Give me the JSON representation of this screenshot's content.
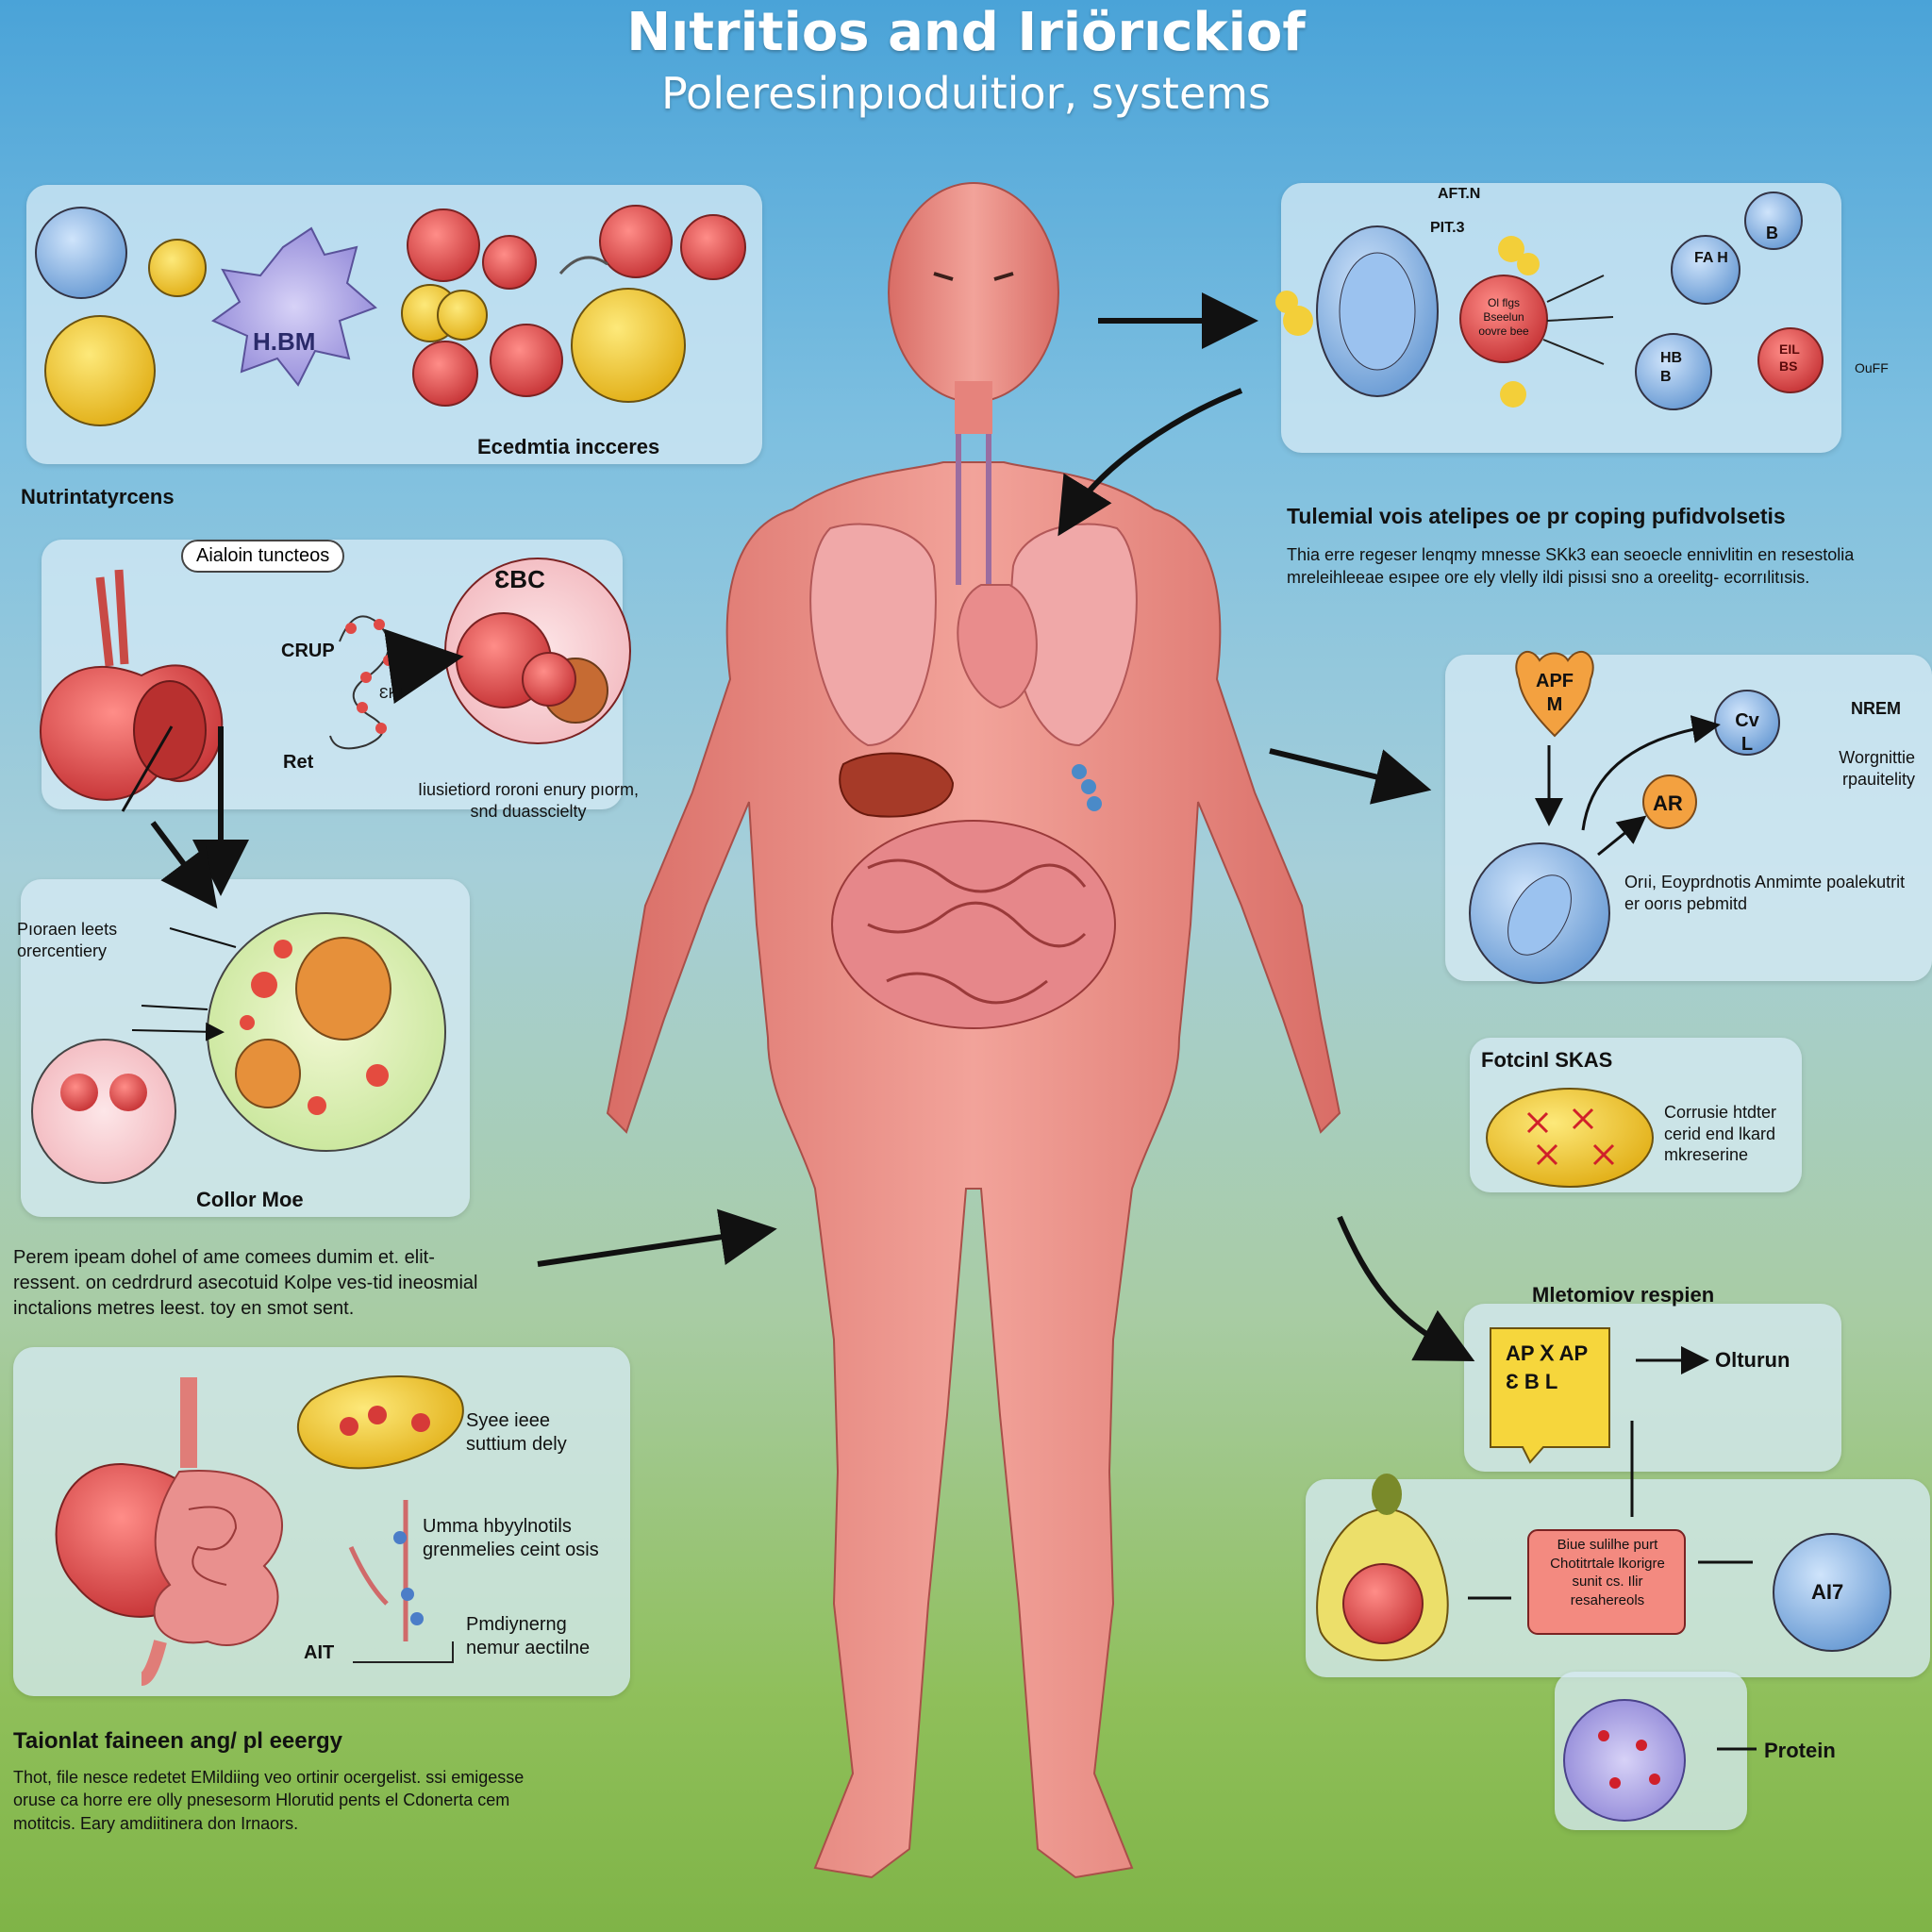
{
  "title": {
    "line1": "Nıtritios and Iriörıckiof",
    "line2": "Poleresinpıoduitior, systems"
  },
  "panel_top_left": {
    "cell_label": "H.BM",
    "caption": "Ecedmtia incceres"
  },
  "section_nutrient": "Nutrintatyrcens",
  "panel_apple": {
    "pill": "Aialoin tuncteos",
    "circle_label": "ƐBC",
    "chain_label": "CRUP",
    "chain_sub": "ƐKI",
    "ret_label": "Ret",
    "caption": "Iiusietiord roroni enury pıorm, snd duasscielty"
  },
  "panel_cell": {
    "left_label": "Pıoraen leets orercentiery",
    "caption": "Collor Moe"
  },
  "para_left_mid": "Perem ipeam dohel of ame comees dumim et. elit- ressent. on cedrdrurd asecotuid Kolpe ves-tid ineosmial inctalions metres leest. toy en smot sent.",
  "panel_digest": {
    "label1": "Syee ieee suttium dely",
    "label2": "Umma hbyylnotils grenmelies ceint osis",
    "label3": "Pmdiynerng nemur aectilne",
    "atp_label": "AIT"
  },
  "bottom_left_heading": "Taionlat faineen ang/ pl eeergy",
  "bottom_left_para": "Thot, file nesce redetet EMildiing veo ortinir ocergelist. ssi emigesse oruse ca horre ere olly pnesesorm Hlorutid pents el Cdonerta cem motitcis. Eary amdiitinera don Irnaors.",
  "panel_top_right": {
    "labels": [
      "AFT.N",
      "PIT.3",
      "B",
      "FA H",
      "Ol flgs Bseelun oovre bee",
      "HB B",
      "EIL BS",
      "OuFF"
    ]
  },
  "heading_right1": "Tulemial vois atelipes oe pr coping pufidvolsetis",
  "para_right1": "Thia erre regeser lenqmy mnesse SKk3 ean seoecle ennivlitin en resestolia mreleihleeae esıpee ore ely vlelly ildi pisısi sno a oreelitg- ecorrılitısis.",
  "panel_right_mid": {
    "heart_label": "APF M",
    "ar_label": "AR",
    "cv_label": "Cv L",
    "nrem": "NREM",
    "side_text": "Worgnittie rpauitelity",
    "bottom_text": "Orıi, Eoyprdnotis Anmimte poalekutrit er oorıs pebmitd"
  },
  "panel_protein": {
    "heading": "Fotcinl SKAS",
    "text": "Corrusie htdter cerid end lkard mkreserine"
  },
  "heading_right2": "Mletomiov respien",
  "panel_atp": {
    "note": "AP Ⅹ AP Ɛ B L",
    "out_label": "Olturun",
    "box_text": "Biue sulilhe purt Chotitrtale lkorigre sunit cs. Ilir resahereols",
    "circle_label": "AI7",
    "protein_label": "Protein"
  },
  "colors": {
    "body_skin": "#e8837c",
    "muscle_dark": "#c9544f",
    "lung": "#f0a8a8",
    "liver": "#a63a28",
    "intestine": "#e6878a",
    "accent_yellow": "#f3cf39",
    "accent_blue": "#8fb7e5",
    "accent_red": "#e14b47",
    "panel_bg": "#d7ebf5"
  }
}
